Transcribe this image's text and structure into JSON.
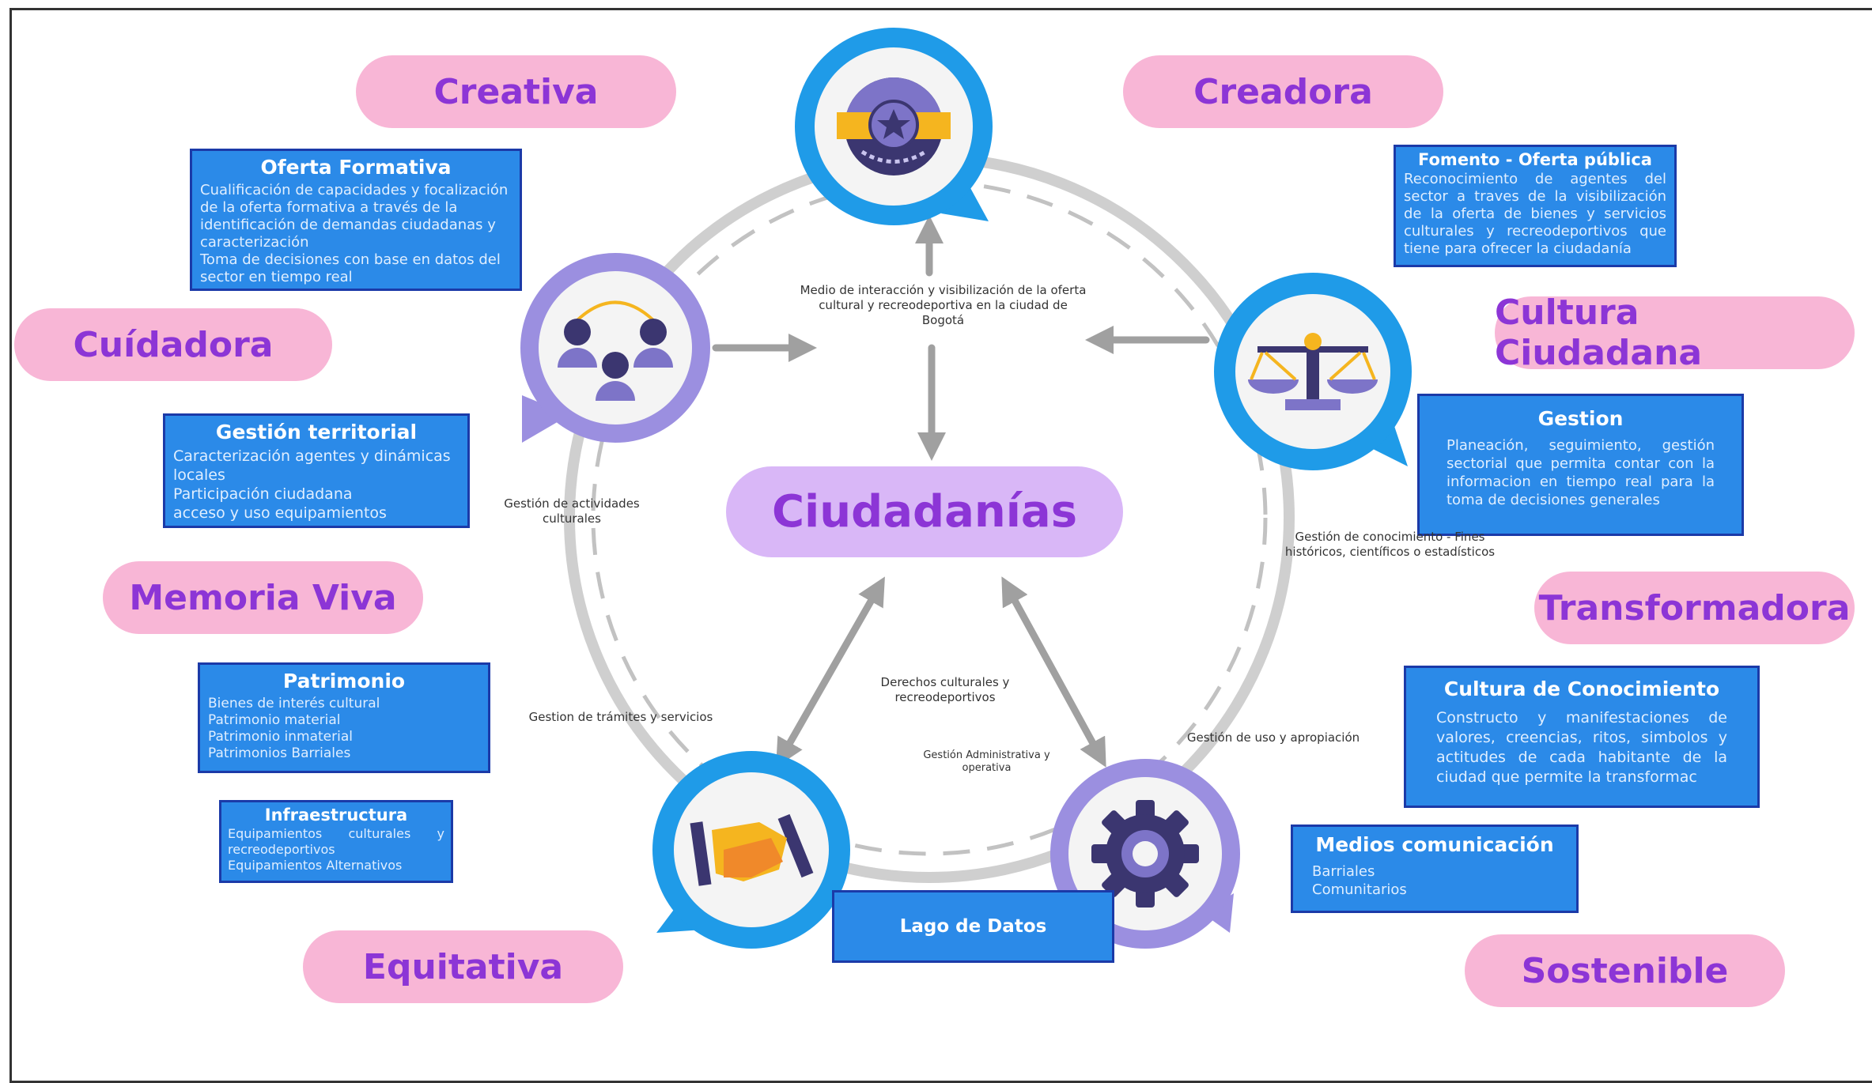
{
  "center_title": "Ciudadanías",
  "pills": {
    "creativa": "Creativa",
    "creadora": "Creadora",
    "cuidadora": "Cuídadora",
    "cultura_ciudadana": "Cultura Ciudadana",
    "memoria_viva": "Memoria Viva",
    "transformadora": "Transformadora",
    "equitativa": "Equitativa",
    "sostenible": "Sostenible"
  },
  "boxes": {
    "oferta_formativa": {
      "title": "Oferta Formativa",
      "lines": [
        "Cualificación de capacidades y focalización de la oferta formativa a través de la identificación de demandas ciudadanas y caracterización",
        "Toma de decisiones con base en datos del sector en tiempo real"
      ]
    },
    "fomento": {
      "title": "Fomento - Oferta pública",
      "lines": [
        "Reconocimiento de agentes del sector a traves de la visibilización de la oferta de bienes y servicios culturales y recreodeportivos que tiene para ofrecer la ciudadanía"
      ]
    },
    "gestion_territorial": {
      "title": "Gestión territorial",
      "lines": [
        "Caracterización agentes y dinámicas locales",
        "Participación ciudadana",
        "acceso y uso equipamientos"
      ]
    },
    "gestion": {
      "title": "Gestion",
      "lines": [
        "Planeación, seguimiento, gestión sectorial que permita contar con la informacion en tiempo real para la toma de decisiones generales"
      ]
    },
    "patrimonio": {
      "title": "Patrimonio",
      "lines": [
        "Bienes de interés cultural",
        "Patrimonio material",
        "Patrimonio inmaterial",
        "Patrimonios Barriales"
      ]
    },
    "cultura_conocimiento": {
      "title": "Cultura de Conocimiento",
      "lines": [
        "Constructo y manifestaciones de valores, creencias, ritos, simbolos y actitudes de cada habitante de la ciudad que permite la transformac"
      ]
    },
    "infraestructura": {
      "title": "Infraestructura",
      "lines": [
        "Equipamientos culturales y recreodeportivos",
        "Equipamientos Alternativos"
      ]
    },
    "medios": {
      "title": "Medios comunicación",
      "lines": [
        "Barriales",
        "Comunitarios"
      ]
    },
    "lago": {
      "title": "Lago de Datos"
    }
  },
  "labels": {
    "medio_interaccion": "Medio de interacción y visibilización de la oferta cultural y recreodeportiva en la ciudad de Bogotá",
    "gestion_actividades": "Gestión de actividades culturales",
    "gestion_conocimiento": "Gestión de conocimiento - Fines históricos, científicos o estadísticos",
    "derechos": "Derechos culturales y recreodeportivos",
    "gestion_tramites": "Gestion de trámites y servicios",
    "gestion_uso": "Gestión de uso y apropiación",
    "gestion_admin": "Gestión Administrativa y operativa"
  },
  "colors": {
    "pill": "#f8b6d6",
    "pill_text": "#8c35d6",
    "box": "#2b8ae8",
    "box_border": "#1b3aa8",
    "ring": "#c8c8c8",
    "arrow": "#a0a0a0",
    "node_blue": "#1f9be8",
    "node_purple": "#9b8fe0"
  },
  "icons": [
    "award-badge-icon",
    "people-group-icon",
    "balance-scale-icon",
    "handshake-icon",
    "gear-icon"
  ]
}
